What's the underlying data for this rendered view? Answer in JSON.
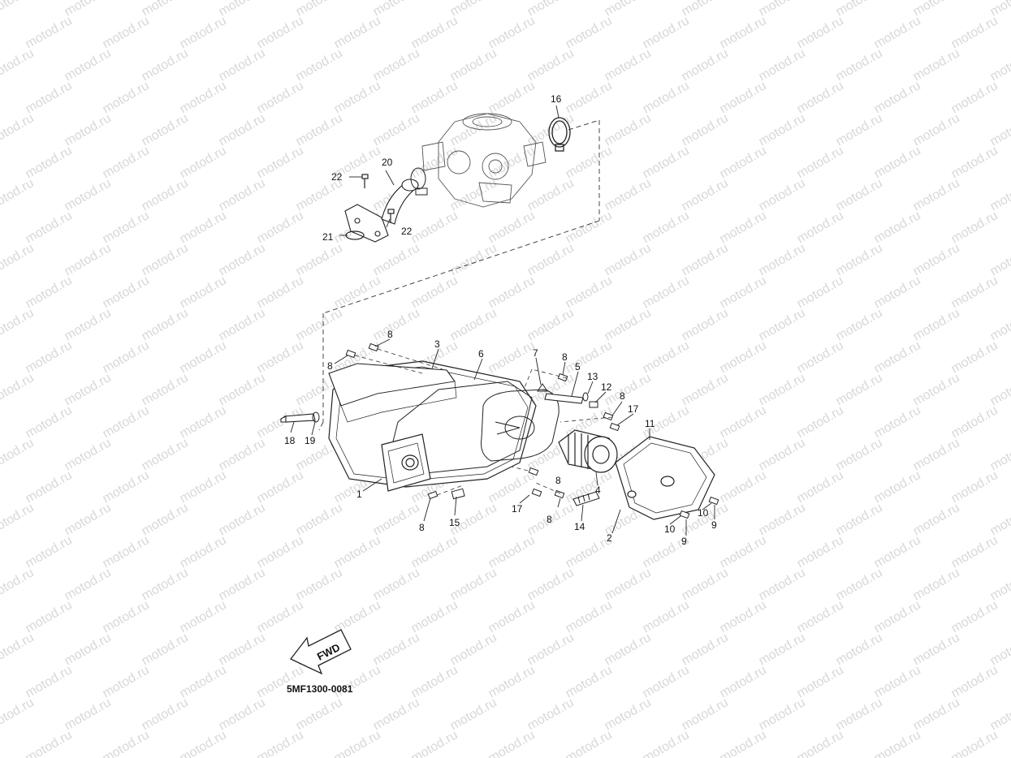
{
  "watermark": {
    "text": "motod.ru",
    "color": "#d8d8d8"
  },
  "diagram": {
    "code": "5MF1300-0081",
    "fwd_label": "FWD",
    "callouts": {
      "c1": "1",
      "c2": "2",
      "c3": "3",
      "c4": "4",
      "c5": "5",
      "c6": "6",
      "c7": "7",
      "c8": "8",
      "c9": "9",
      "c10": "10",
      "c11": "11",
      "c12": "12",
      "c13": "13",
      "c14": "14",
      "c15": "15",
      "c16": "16",
      "c17": "17",
      "c18": "18",
      "c19": "19",
      "c20": "20",
      "c21": "21",
      "c22": "22"
    },
    "line_color": "#222222"
  }
}
